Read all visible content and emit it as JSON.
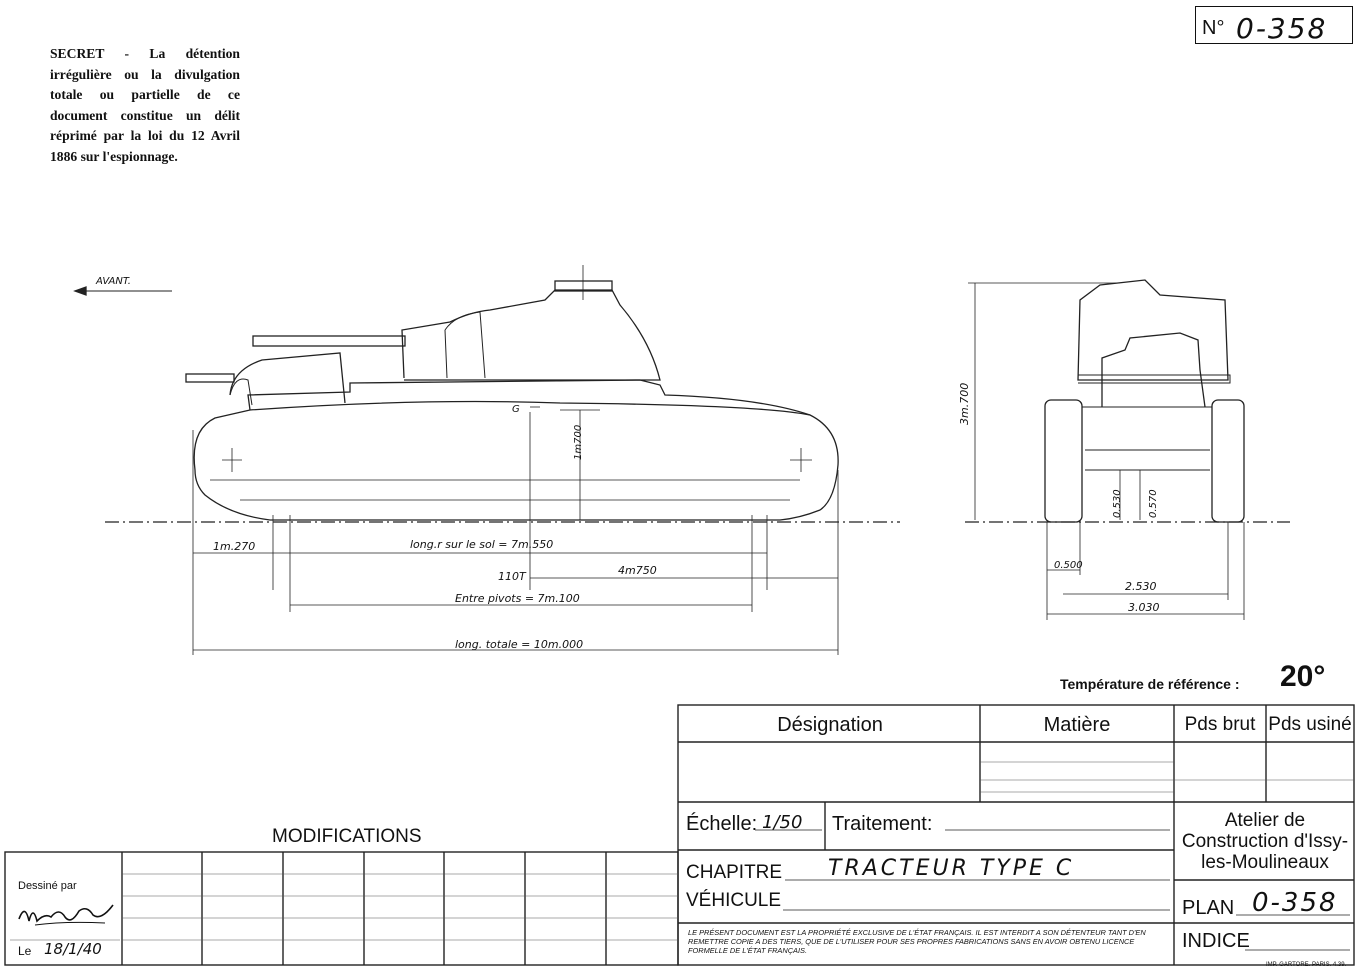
{
  "plan_number": {
    "prefix": "N°",
    "value": "0-358"
  },
  "secret_notice": "SECRET - La détention irrégulière ou la divulgation totale ou partielle de ce document constitue un délit réprimé par la loi du 12 Avril 1886 sur l'espionnage.",
  "side_view": {
    "direction_label": "AVANT.",
    "center_mark": "G",
    "height_label": "1m700",
    "dims": {
      "front_overhang": "1m.270",
      "ground_length": "long.r sur le sol = 7m.550",
      "offset": "110T",
      "to_rear": "4m750",
      "wheelbase": "Entre pivots = 7m.100",
      "total_length": "long. totale = 10m.000"
    }
  },
  "front_view": {
    "height": "3m.700",
    "track_height_1": "0.530",
    "track_height_2": "0.570",
    "track_width": "0.500",
    "gauge": "2.530",
    "overall_width": "3.030"
  },
  "temperature": {
    "label": "Température de référence :",
    "value": "20°"
  },
  "title_block": {
    "designation": "Désignation",
    "matiere": "Matière",
    "poids_brut": "Pds brut",
    "poids_usine": "Pds usiné",
    "echelle_label": "Échelle:",
    "echelle_value": "1/50",
    "traitement": "Traitement:",
    "atelier": "Atelier de Construction d'Issy-les-Moulineaux",
    "chapitre_label": "CHAPITRE",
    "chapitre_value": "TRACTEUR TYPE C",
    "vehicule_label": "VÉHICULE",
    "plan_label": "PLAN",
    "plan_value": "0-358",
    "indice_label": "INDICE",
    "legal": "LE PRÉSENT DOCUMENT EST LA PROPRIÉTÉ EXCLUSIVE DE L'ÉTAT FRANÇAIS. IL EST INTERDIT A SON DÉTENTEUR TANT D'EN REMETTRE COPIE A DES TIERS, QUE DE L'UTILISER POUR SES PROPRES FABRICATIONS SANS EN AVOIR OBTENU LICENCE FORMELLE DE L'ÉTAT FRANÇAIS."
  },
  "modifications": {
    "title": "MODIFICATIONS",
    "dessine_par": "Dessiné par",
    "date_prefix": "Le",
    "date": "18/1/40"
  },
  "printer": "IMP. GARTORE. PARIS. 4.39."
}
